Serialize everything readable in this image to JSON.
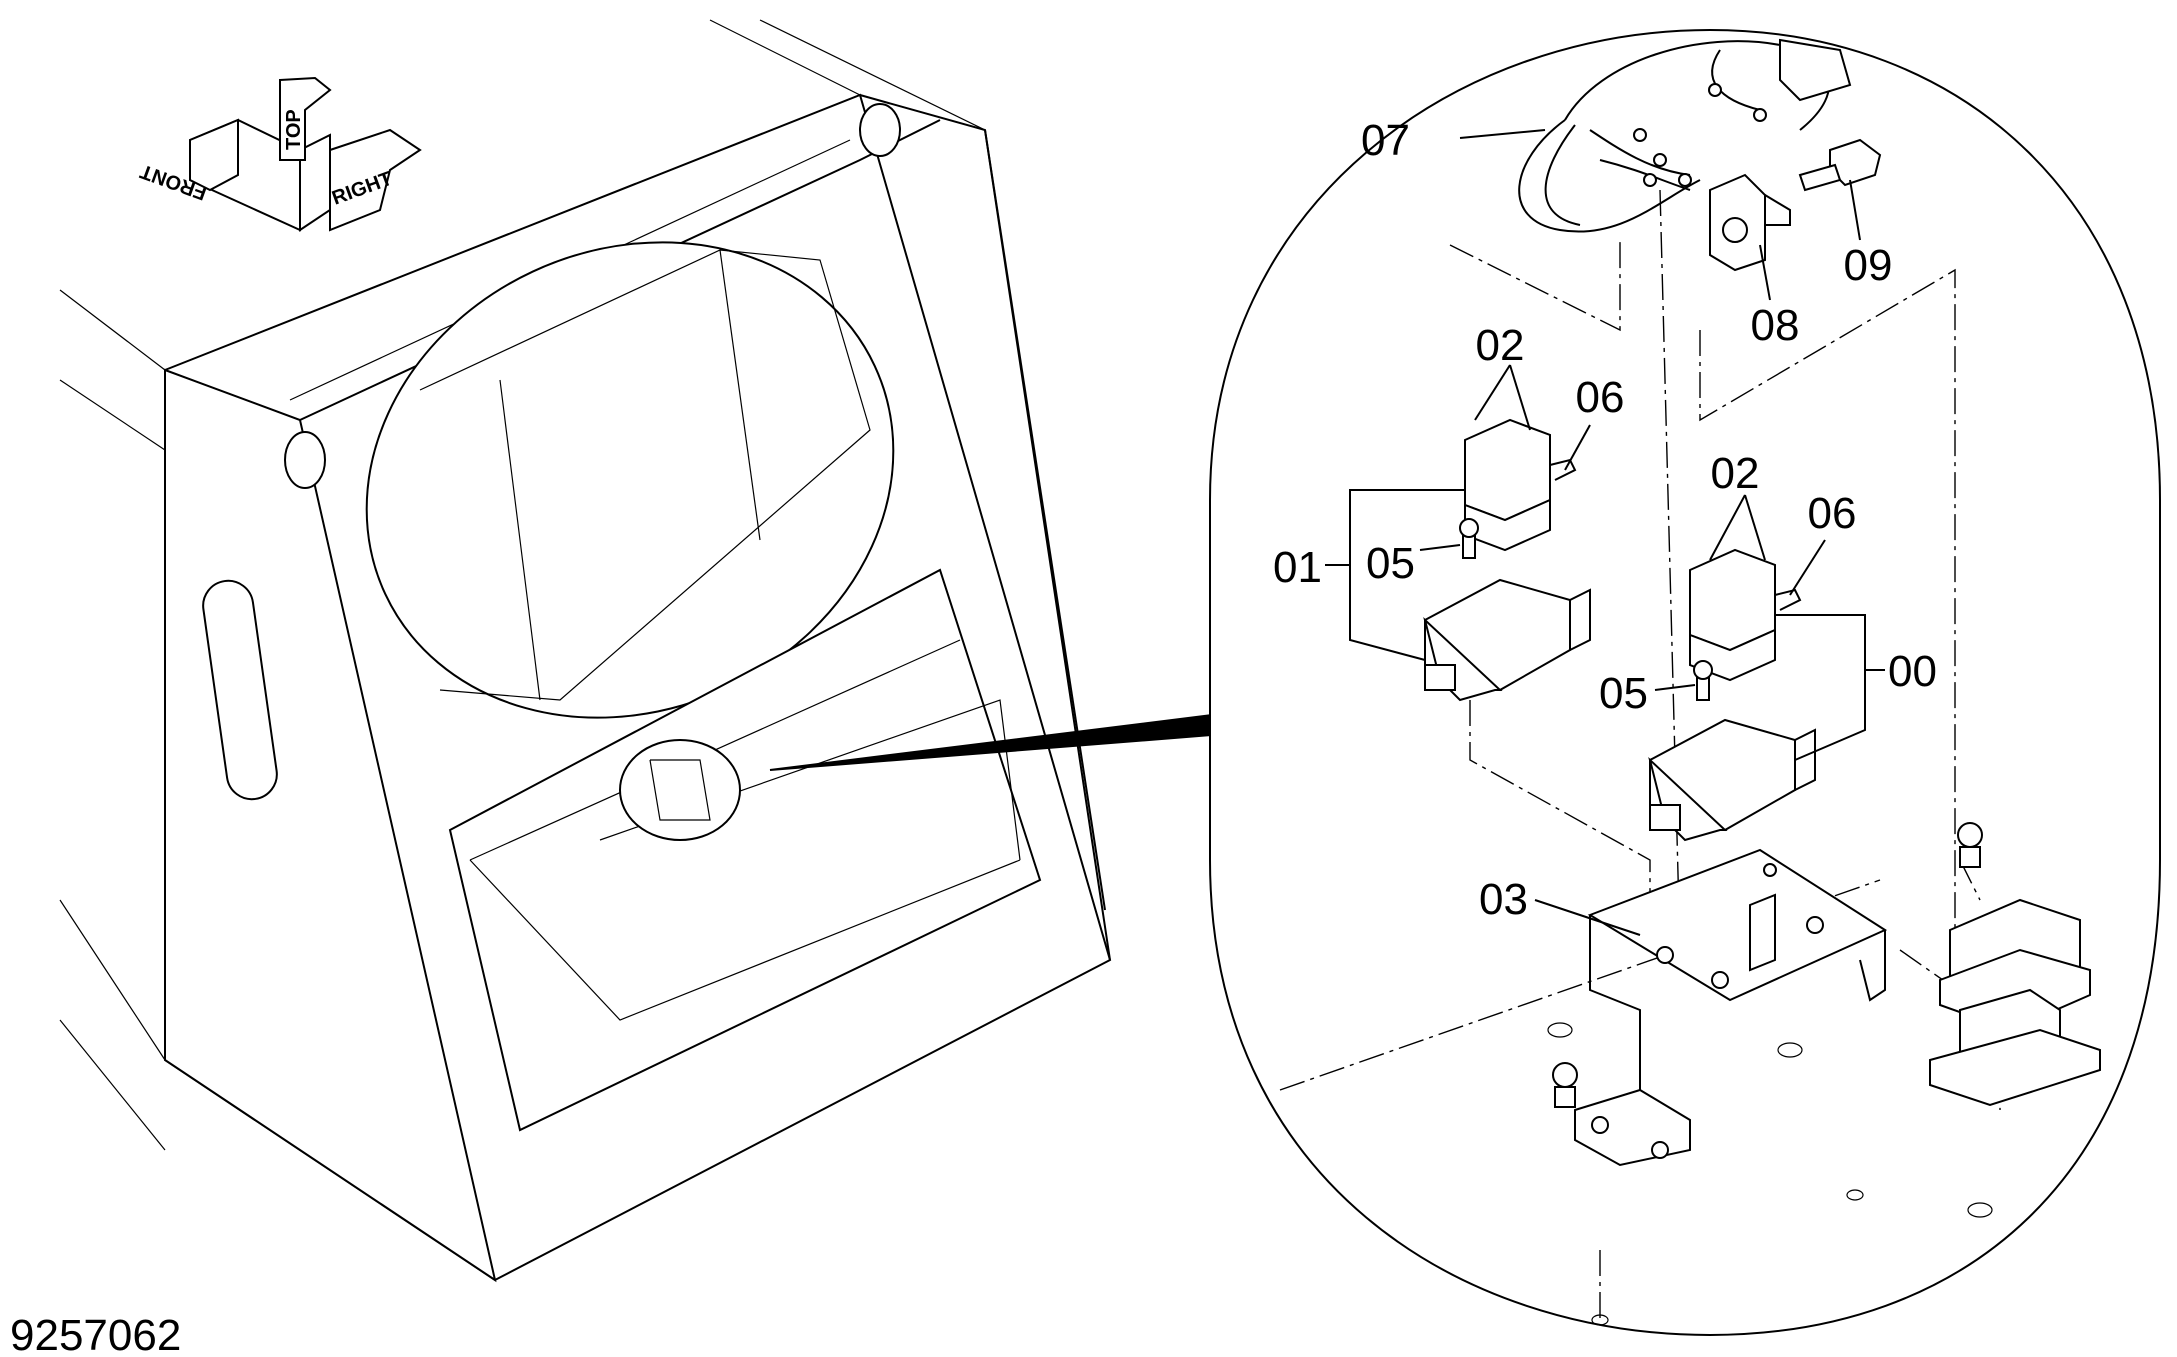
{
  "drawing_number": "9257062",
  "orientation_labels": {
    "front": "FRONT",
    "top": "TOP",
    "right": "RIGHT"
  },
  "callouts": [
    {
      "id": "c07",
      "text": "07"
    },
    {
      "id": "c09",
      "text": "09"
    },
    {
      "id": "c08",
      "text": "08"
    },
    {
      "id": "c02a",
      "text": "02"
    },
    {
      "id": "c06a",
      "text": "06"
    },
    {
      "id": "c01",
      "text": "01"
    },
    {
      "id": "c05a",
      "text": "05"
    },
    {
      "id": "c02b",
      "text": "02"
    },
    {
      "id": "c06b",
      "text": "06"
    },
    {
      "id": "c05b",
      "text": "05"
    },
    {
      "id": "c00",
      "text": "00"
    },
    {
      "id": "c03",
      "text": "03"
    }
  ]
}
